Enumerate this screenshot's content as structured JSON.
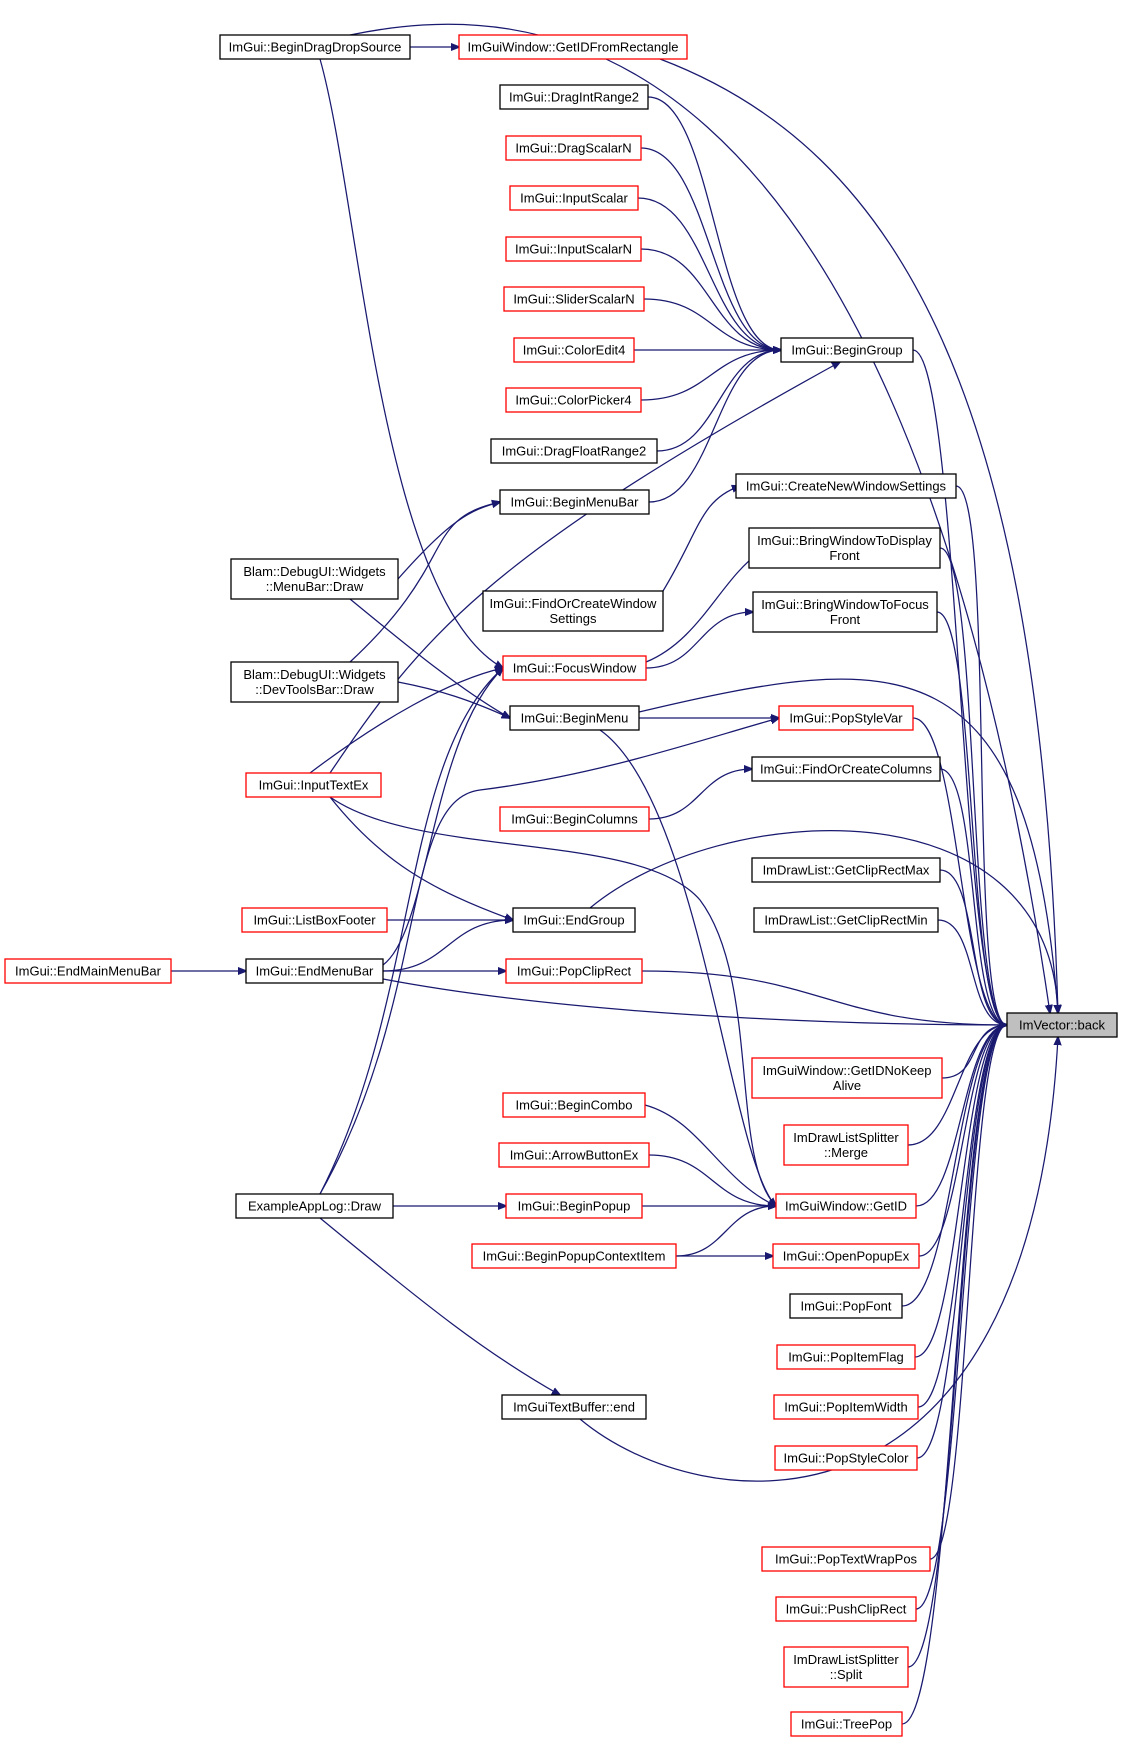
{
  "graph": {
    "target": "ImVector::back",
    "colors": {
      "edge": "#191970",
      "link_border": "#ff0000",
      "plain_border": "#000000",
      "target_fill": "#bfbfbf"
    },
    "nodes": [
      {
        "id": "n_target",
        "lines": [
          "ImVector::back"
        ],
        "style": "target"
      },
      {
        "id": "n_bdds",
        "lines": [
          "ImGui::BeginDragDropSource"
        ],
        "style": "plain"
      },
      {
        "id": "n_gidfr",
        "lines": [
          "ImGuiWindow::GetIDFromRectangle"
        ],
        "style": "link"
      },
      {
        "id": "n_dir2",
        "lines": [
          "ImGui::DragIntRange2"
        ],
        "style": "plain"
      },
      {
        "id": "n_dsn",
        "lines": [
          "ImGui::DragScalarN"
        ],
        "style": "link"
      },
      {
        "id": "n_is",
        "lines": [
          "ImGui::InputScalar"
        ],
        "style": "link"
      },
      {
        "id": "n_isn",
        "lines": [
          "ImGui::InputScalarN"
        ],
        "style": "link"
      },
      {
        "id": "n_ssn",
        "lines": [
          "ImGui::SliderScalarN"
        ],
        "style": "link"
      },
      {
        "id": "n_ce4",
        "lines": [
          "ImGui::ColorEdit4"
        ],
        "style": "link"
      },
      {
        "id": "n_cp4",
        "lines": [
          "ImGui::ColorPicker4"
        ],
        "style": "link"
      },
      {
        "id": "n_dfr2",
        "lines": [
          "ImGui::DragFloatRange2"
        ],
        "style": "plain"
      },
      {
        "id": "n_bgroup",
        "lines": [
          "ImGui::BeginGroup"
        ],
        "style": "plain"
      },
      {
        "id": "n_bmb",
        "lines": [
          "ImGui::BeginMenuBar"
        ],
        "style": "plain"
      },
      {
        "id": "n_cnws",
        "lines": [
          "ImGui::CreateNewWindowSettings"
        ],
        "style": "plain"
      },
      {
        "id": "n_mbd",
        "lines": [
          "Blam::DebugUI::Widgets",
          "::MenuBar::Draw"
        ],
        "style": "plain"
      },
      {
        "id": "n_focws",
        "lines": [
          "ImGui::FindOrCreateWindow",
          "Settings"
        ],
        "style": "plain"
      },
      {
        "id": "n_bwtdf",
        "lines": [
          "ImGui::BringWindowToDisplay",
          "Front"
        ],
        "style": "plain"
      },
      {
        "id": "n_bwtff",
        "lines": [
          "ImGui::BringWindowToFocus",
          "Front"
        ],
        "style": "plain"
      },
      {
        "id": "n_dtbd",
        "lines": [
          "Blam::DebugUI::Widgets",
          "::DevToolsBar::Draw"
        ],
        "style": "plain"
      },
      {
        "id": "n_fw",
        "lines": [
          "ImGui::FocusWindow"
        ],
        "style": "link"
      },
      {
        "id": "n_bmenu",
        "lines": [
          "ImGui::BeginMenu"
        ],
        "style": "plain"
      },
      {
        "id": "n_psv",
        "lines": [
          "ImGui::PopStyleVar"
        ],
        "style": "link"
      },
      {
        "id": "n_ite",
        "lines": [
          "ImGui::InputTextEx"
        ],
        "style": "link"
      },
      {
        "id": "n_focc",
        "lines": [
          "ImGui::FindOrCreateColumns"
        ],
        "style": "plain"
      },
      {
        "id": "n_bcol",
        "lines": [
          "ImGui::BeginColumns"
        ],
        "style": "link"
      },
      {
        "id": "n_gcrmax",
        "lines": [
          "ImDrawList::GetClipRectMax"
        ],
        "style": "plain"
      },
      {
        "id": "n_lbf",
        "lines": [
          "ImGui::ListBoxFooter"
        ],
        "style": "link"
      },
      {
        "id": "n_egroup",
        "lines": [
          "ImGui::EndGroup"
        ],
        "style": "plain"
      },
      {
        "id": "n_gcrmin",
        "lines": [
          "ImDrawList::GetClipRectMin"
        ],
        "style": "plain"
      },
      {
        "id": "n_emmb",
        "lines": [
          "ImGui::EndMainMenuBar"
        ],
        "style": "link"
      },
      {
        "id": "n_emb",
        "lines": [
          "ImGui::EndMenuBar"
        ],
        "style": "plain"
      },
      {
        "id": "n_pcr",
        "lines": [
          "ImGui::PopClipRect"
        ],
        "style": "link"
      },
      {
        "id": "n_gidnka",
        "lines": [
          "ImGuiWindow::GetIDNoKeep",
          "Alive"
        ],
        "style": "link"
      },
      {
        "id": "n_bcombo",
        "lines": [
          "ImGui::BeginCombo"
        ],
        "style": "link"
      },
      {
        "id": "n_dlsm",
        "lines": [
          "ImDrawListSplitter",
          "::Merge"
        ],
        "style": "link"
      },
      {
        "id": "n_abex",
        "lines": [
          "ImGui::ArrowButtonEx"
        ],
        "style": "link"
      },
      {
        "id": "n_eald",
        "lines": [
          "ExampleAppLog::Draw"
        ],
        "style": "plain"
      },
      {
        "id": "n_bpopup",
        "lines": [
          "ImGui::BeginPopup"
        ],
        "style": "link"
      },
      {
        "id": "n_wgid",
        "lines": [
          "ImGuiWindow::GetID"
        ],
        "style": "link"
      },
      {
        "id": "n_bpci",
        "lines": [
          "ImGui::BeginPopupContextItem"
        ],
        "style": "link"
      },
      {
        "id": "n_opex",
        "lines": [
          "ImGui::OpenPopupEx"
        ],
        "style": "link"
      },
      {
        "id": "n_pfont",
        "lines": [
          "ImGui::PopFont"
        ],
        "style": "plain"
      },
      {
        "id": "n_pif",
        "lines": [
          "ImGui::PopItemFlag"
        ],
        "style": "link"
      },
      {
        "id": "n_tbend",
        "lines": [
          "ImGuiTextBuffer::end"
        ],
        "style": "plain"
      },
      {
        "id": "n_piw",
        "lines": [
          "ImGui::PopItemWidth"
        ],
        "style": "link"
      },
      {
        "id": "n_psc",
        "lines": [
          "ImGui::PopStyleColor"
        ],
        "style": "link"
      },
      {
        "id": "n_ptwp",
        "lines": [
          "ImGui::PopTextWrapPos"
        ],
        "style": "link"
      },
      {
        "id": "n_pushcr",
        "lines": [
          "ImGui::PushClipRect"
        ],
        "style": "link"
      },
      {
        "id": "n_dlss",
        "lines": [
          "ImDrawListSplitter",
          "::Split"
        ],
        "style": "link"
      },
      {
        "id": "n_treepop",
        "lines": [
          "ImGui::TreePop"
        ],
        "style": "link"
      }
    ],
    "edges": [
      [
        "n_bdds",
        "n_target"
      ],
      [
        "n_bdds",
        "n_gidfr"
      ],
      [
        "n_bdds",
        "n_fw"
      ],
      [
        "n_gidfr",
        "n_target"
      ],
      [
        "n_dir2",
        "n_bgroup"
      ],
      [
        "n_dsn",
        "n_bgroup"
      ],
      [
        "n_is",
        "n_bgroup"
      ],
      [
        "n_isn",
        "n_bgroup"
      ],
      [
        "n_ssn",
        "n_bgroup"
      ],
      [
        "n_ce4",
        "n_bgroup"
      ],
      [
        "n_cp4",
        "n_bgroup"
      ],
      [
        "n_dfr2",
        "n_bgroup"
      ],
      [
        "n_bmb",
        "n_bgroup"
      ],
      [
        "n_ite",
        "n_bgroup"
      ],
      [
        "n_bgroup",
        "n_target"
      ],
      [
        "n_mbd",
        "n_bmb"
      ],
      [
        "n_mbd",
        "n_bmenu"
      ],
      [
        "n_dtbd",
        "n_bmb"
      ],
      [
        "n_dtbd",
        "n_bmenu"
      ],
      [
        "n_cnws",
        "n_target"
      ],
      [
        "n_focws",
        "n_cnws"
      ],
      [
        "n_bwtdf",
        "n_target"
      ],
      [
        "n_fw",
        "n_bwtdf"
      ],
      [
        "n_bwtff",
        "n_target"
      ],
      [
        "n_fw",
        "n_bwtff"
      ],
      [
        "n_ite",
        "n_fw"
      ],
      [
        "n_emb",
        "n_fw"
      ],
      [
        "n_eald",
        "n_fw"
      ],
      [
        "n_bmenu",
        "n_target"
      ],
      [
        "n_bmenu",
        "n_psv"
      ],
      [
        "n_bmenu",
        "n_wgid"
      ],
      [
        "n_psv",
        "n_target"
      ],
      [
        "n_eald",
        "n_psv"
      ],
      [
        "n_ite",
        "n_egroup"
      ],
      [
        "n_ite",
        "n_wgid"
      ],
      [
        "n_focc",
        "n_target"
      ],
      [
        "n_bcol",
        "n_focc"
      ],
      [
        "n_gcrmax",
        "n_target"
      ],
      [
        "n_gcrmin",
        "n_target"
      ],
      [
        "n_lbf",
        "n_egroup"
      ],
      [
        "n_emb",
        "n_egroup"
      ],
      [
        "n_egroup",
        "n_target"
      ],
      [
        "n_emmb",
        "n_emb"
      ],
      [
        "n_emb",
        "n_pcr"
      ],
      [
        "n_emb",
        "n_target"
      ],
      [
        "n_pcr",
        "n_target"
      ],
      [
        "n_gidnka",
        "n_target"
      ],
      [
        "n_bcombo",
        "n_wgid"
      ],
      [
        "n_abex",
        "n_wgid"
      ],
      [
        "n_bpopup",
        "n_wgid"
      ],
      [
        "n_bpci",
        "n_wgid"
      ],
      [
        "n_dlsm",
        "n_target"
      ],
      [
        "n_wgid",
        "n_target"
      ],
      [
        "n_eald",
        "n_bpopup"
      ],
      [
        "n_eald",
        "n_tbend"
      ],
      [
        "n_bpci",
        "n_opex"
      ],
      [
        "n_opex",
        "n_target"
      ],
      [
        "n_pfont",
        "n_target"
      ],
      [
        "n_pif",
        "n_target"
      ],
      [
        "n_tbend",
        "n_target"
      ],
      [
        "n_piw",
        "n_target"
      ],
      [
        "n_psc",
        "n_target"
      ],
      [
        "n_ptwp",
        "n_target"
      ],
      [
        "n_pushcr",
        "n_target"
      ],
      [
        "n_dlss",
        "n_target"
      ],
      [
        "n_treepop",
        "n_target"
      ]
    ]
  }
}
